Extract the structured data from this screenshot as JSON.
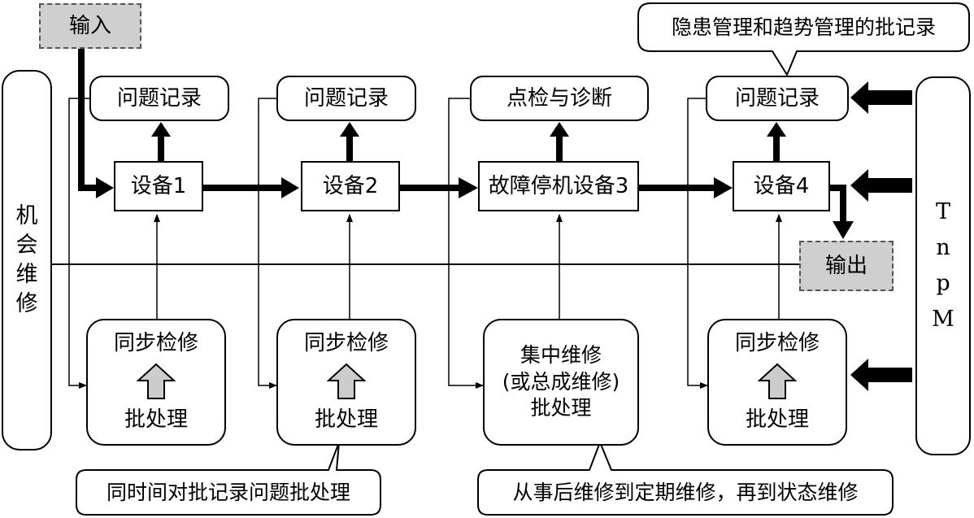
{
  "input_label": "输入",
  "output_label": "输出",
  "left_bar": [
    "机",
    "会",
    "维",
    "修"
  ],
  "right_bar": [
    "T",
    "n",
    "p",
    "M"
  ],
  "callout_top": "隐患管理和趋势管理的批记录",
  "callout_left": "同时间对批记录问题批处理",
  "callout_right": "从事后维修到定期维修，再到状态维修",
  "devices": [
    "设备1",
    "设备2",
    "故障停机设备3",
    "设备4"
  ],
  "records": [
    "问题记录",
    "问题记录",
    "点检与诊断",
    "问题记录"
  ],
  "maint": {
    "m1": {
      "title": "同步检修",
      "sub": "批处理"
    },
    "m2": {
      "title": "同步检修",
      "sub": "批处理"
    },
    "m3": {
      "line1": "集中维修",
      "line2": "(或总成维修)",
      "line3": "批处理"
    },
    "m4": {
      "title": "同步检修",
      "sub": "批处理"
    }
  },
  "colors": {
    "input_output_fill": "#cfcfcf",
    "up_arrow_fill": "#cccccc"
  }
}
